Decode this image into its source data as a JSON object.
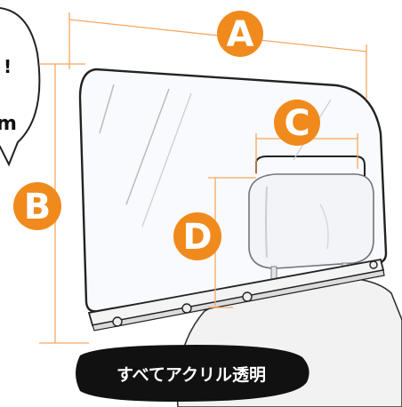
{
  "labels": {
    "a": "A",
    "b": "B",
    "c": "C",
    "d": "D"
  },
  "speech_bubble": {
    "line1": "!",
    "line2": "m"
  },
  "caption": "すべてアクリル透明",
  "colors": {
    "accent_orange": "#f08a1c",
    "dimension_line": "#f5a860",
    "caption_background": "#111111",
    "caption_text": "#ffffff",
    "outline": "#222222"
  }
}
